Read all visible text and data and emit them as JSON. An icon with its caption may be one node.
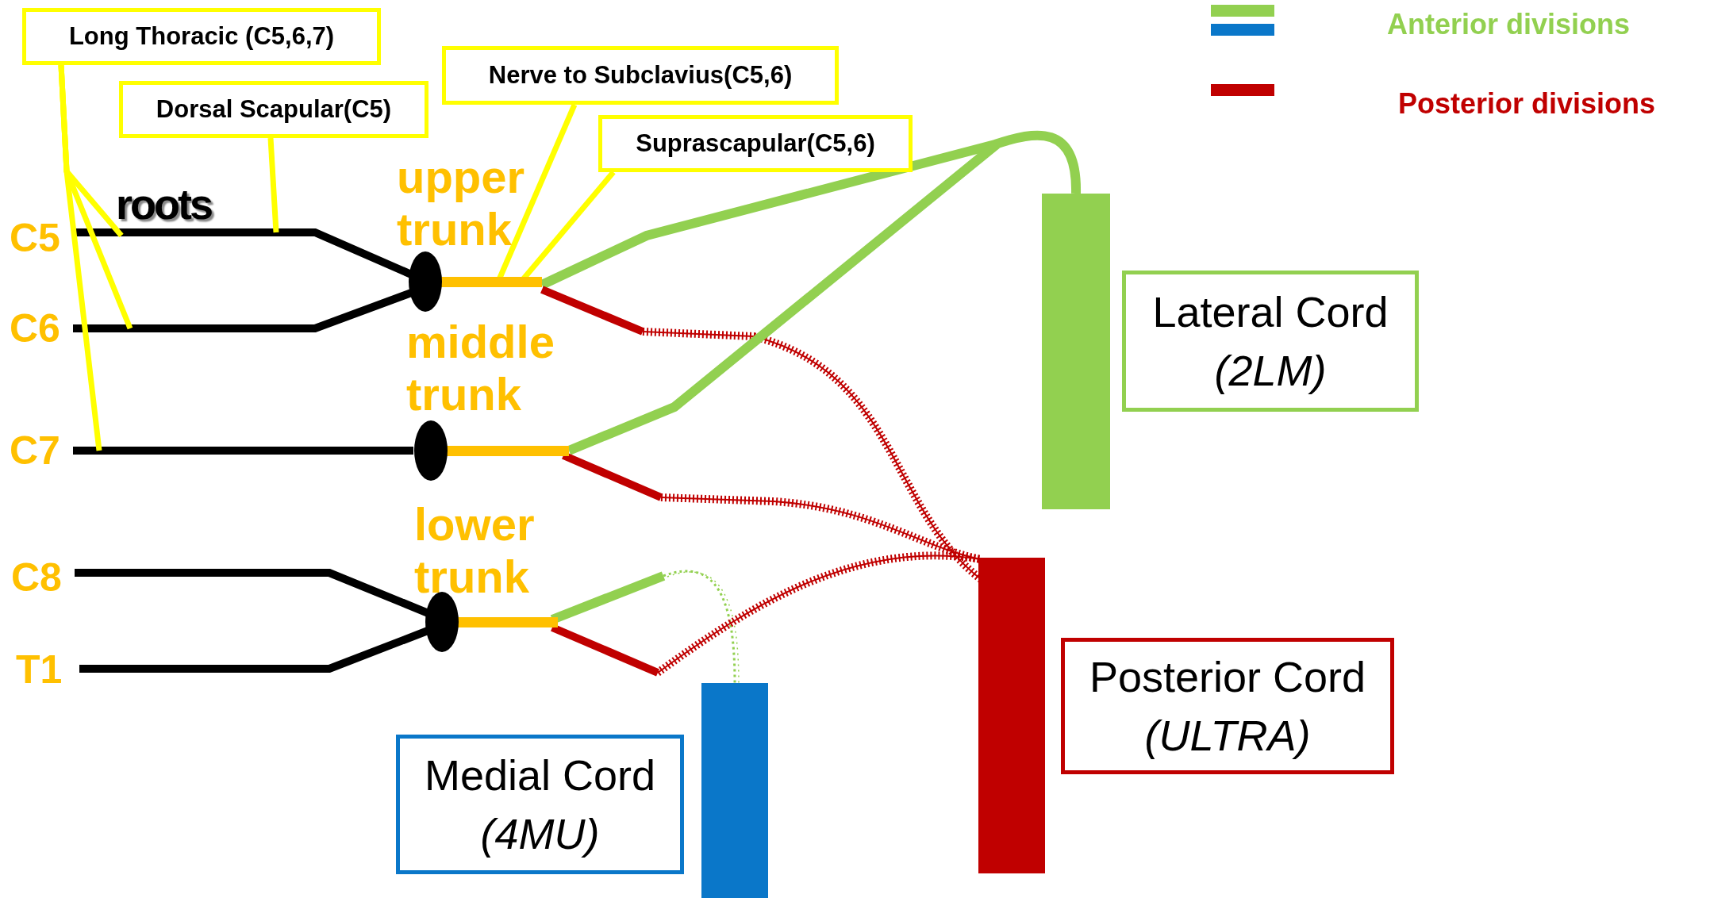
{
  "diagram": {
    "nodes": [
      {
        "text": [
          "Long Thoracic (C5,6,7)"
        ]
      },
      {
        "text": [
          "Dorsal Scapular(C5)"
        ]
      },
      {
        "text": [
          "Nerve to Subclavius(C5,6)"
        ]
      },
      {
        "text": [
          "Suprascapular(C5,6)"
        ]
      },
      {
        "text": [
          "C5"
        ]
      },
      {
        "text": [
          "C6"
        ]
      },
      {
        "text": [
          "C7"
        ]
      },
      {
        "text": [
          "C8"
        ]
      },
      {
        "text": [
          "T1"
        ]
      },
      {
        "text": [
          "upper trunk"
        ]
      },
      {
        "text": [
          "middle trunk"
        ]
      },
      {
        "text": [
          "lower trunk"
        ]
      },
      {
        "text": [],
        "shape": "bar"
      },
      {
        "text": [
          "Lateral Cord",
          "(2LM)"
        ]
      },
      {
        "text": [],
        "shape": "bar"
      },
      {
        "text": [
          "Posterior Cord",
          "(ULTRA)"
        ]
      },
      {
        "text": [],
        "shape": "bar"
      },
      {
        "text": [
          "Medial Cord",
          "(4MU)"
        ]
      }
    ],
    "edges": [
      {
        "from": 4,
        "to": 9,
        "arrow": "none",
        "color": "#000000"
      },
      {
        "from": 5,
        "to": 9,
        "arrow": "none",
        "color": "#000000"
      },
      {
        "from": 6,
        "to": 10,
        "arrow": "none",
        "color": "#000000"
      },
      {
        "from": 7,
        "to": 11,
        "arrow": "none",
        "color": "#000000"
      },
      {
        "from": 8,
        "to": 11,
        "arrow": "none",
        "color": "#000000"
      },
      {
        "from": 9,
        "to": 12,
        "arrow": "none",
        "color": "#92d050"
      },
      {
        "from": 9,
        "to": 14,
        "arrow": "none",
        "style": "dashed",
        "color": "#c00000"
      },
      {
        "from": 10,
        "to": 12,
        "arrow": "none",
        "color": "#92d050"
      },
      {
        "from": 10,
        "to": 14,
        "arrow": "none",
        "style": "dashed",
        "color": "#c00000"
      },
      {
        "from": 11,
        "to": 16,
        "arrow": "none",
        "style": "dashed",
        "color": "#92d050"
      },
      {
        "from": 11,
        "to": 14,
        "arrow": "none",
        "style": "dashed",
        "color": "#c00000"
      },
      {
        "from": 0,
        "to": null,
        "arrow": "none",
        "color": "#ffff00"
      },
      {
        "from": 0,
        "to": null,
        "arrow": "none",
        "color": "#ffff00"
      },
      {
        "from": 0,
        "to": null,
        "arrow": "none",
        "color": "#ffff00"
      },
      {
        "from": 1,
        "to": null,
        "arrow": "none",
        "color": "#ffff00"
      },
      {
        "from": 2,
        "to": 9,
        "arrow": "none",
        "color": "#ffff00"
      },
      {
        "from": 3,
        "to": 9,
        "arrow": "none",
        "color": "#ffff00"
      }
    ],
    "labels": [
      "roots"
    ],
    "legend": [
      {
        "text": "Anterior divisions",
        "color": "#92d050"
      },
      {
        "text": "Posterior divisions",
        "color": "#c00000"
      }
    ]
  }
}
